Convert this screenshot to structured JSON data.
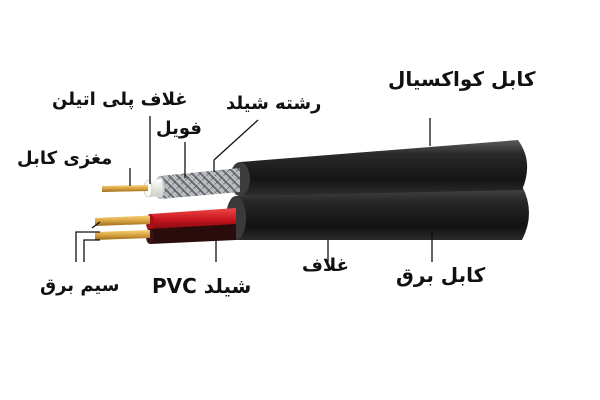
{
  "labels": {
    "coaxial_cable": "کابل کواکسیال",
    "pe_sheath": "غلاف پلی اتیلن",
    "shield_strands": "رشته شیلد",
    "foil": "فویل",
    "cable_core": "مغزی کابل",
    "power_wire": "سیم برق",
    "pvc_shield": "شیلد PVC",
    "sheath": "غلاف",
    "power_cable": "کابل برق"
  },
  "colors": {
    "jacket": "#1f1f1f",
    "copper": "#d9a441",
    "red_insulation": "#c8141e",
    "dielectric": "#f4f4ee",
    "braid": "#9ea2a6",
    "foil": "#c9ccd0",
    "leader": "#111111"
  }
}
